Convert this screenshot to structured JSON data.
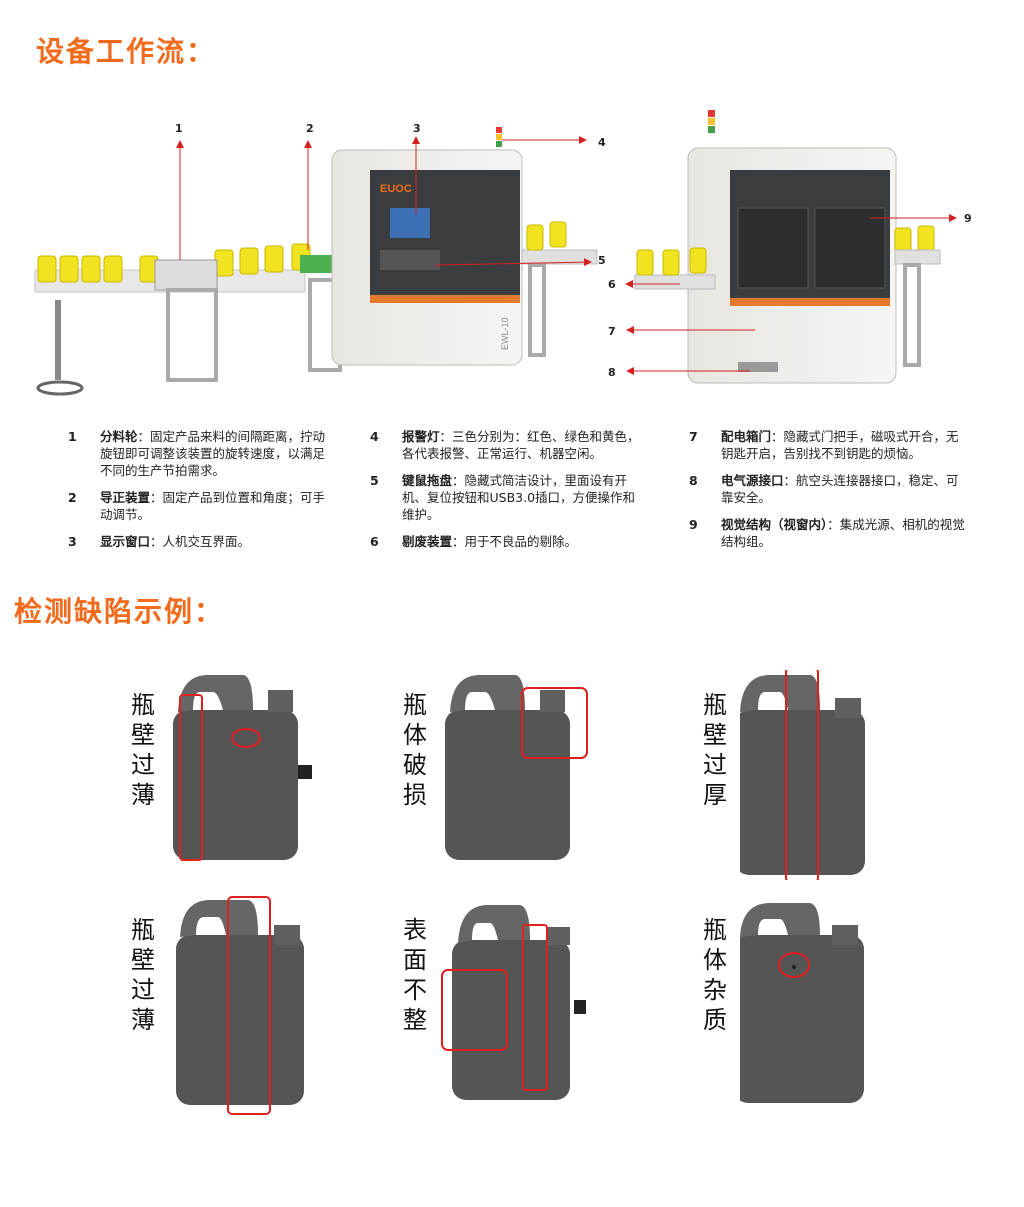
{
  "sections": {
    "workflow_title": "设备工作流：",
    "defects_title": "检测缺陷示例："
  },
  "diagram": {
    "callouts": [
      "1",
      "2",
      "3",
      "4",
      "5",
      "6",
      "7",
      "8",
      "9"
    ],
    "brand_text": "EUOC",
    "model_text": "EWL-10"
  },
  "legend": {
    "col1": [
      {
        "num": "1",
        "name": "分料轮",
        "desc": "：固定产品来料的间隔距离，拧动旋钮即可调整该装置的旋转速度，以满足不同的生产节拍需求。"
      },
      {
        "num": "2",
        "name": "导正装置",
        "desc": "：固定产品到位置和角度；可手动调节。"
      },
      {
        "num": "3",
        "name": "显示窗口",
        "desc": "：人机交互界面。"
      }
    ],
    "col2": [
      {
        "num": "4",
        "name": "报警灯",
        "desc": "：三色分别为：红色、绿色和黄色，各代表报警、正常运行、机器空闲。"
      },
      {
        "num": "5",
        "name": "键鼠拖盘",
        "desc": "：隐藏式简洁设计，里面设有开机、复位按钮和USB3.0插口，方便操作和维护。"
      },
      {
        "num": "6",
        "name": "剔废装置",
        "desc": "：用于不良品的剔除。"
      }
    ],
    "col3": [
      {
        "num": "7",
        "name": "配电箱门",
        "desc": "：隐藏式门把手，磁吸式开合，无钥匙开启，告别找不到钥匙的烦恼。"
      },
      {
        "num": "8",
        "name": "电气源接口",
        "desc": "：航空头连接器接口，稳定、可靠安全。"
      },
      {
        "num": "9",
        "name": "视觉结构（视窗内）",
        "desc": "：集成光源、相机的视觉结构组。"
      }
    ]
  },
  "defects": [
    {
      "label": [
        "瓶",
        "壁",
        "过",
        "薄"
      ]
    },
    {
      "label": [
        "瓶",
        "体",
        "破",
        "损"
      ]
    },
    {
      "label": [
        "瓶",
        "壁",
        "过",
        "厚"
      ]
    },
    {
      "label": [
        "瓶",
        "壁",
        "过",
        "薄"
      ]
    },
    {
      "label": [
        "表",
        "面",
        "不",
        "整"
      ]
    },
    {
      "label": [
        "瓶",
        "体",
        "杂",
        "质"
      ]
    }
  ],
  "colors": {
    "accent": "#f26b1d",
    "callout_red": "#d62020",
    "bottle_yellow": "#f2e320",
    "machine_dark": "#3a3d40"
  }
}
